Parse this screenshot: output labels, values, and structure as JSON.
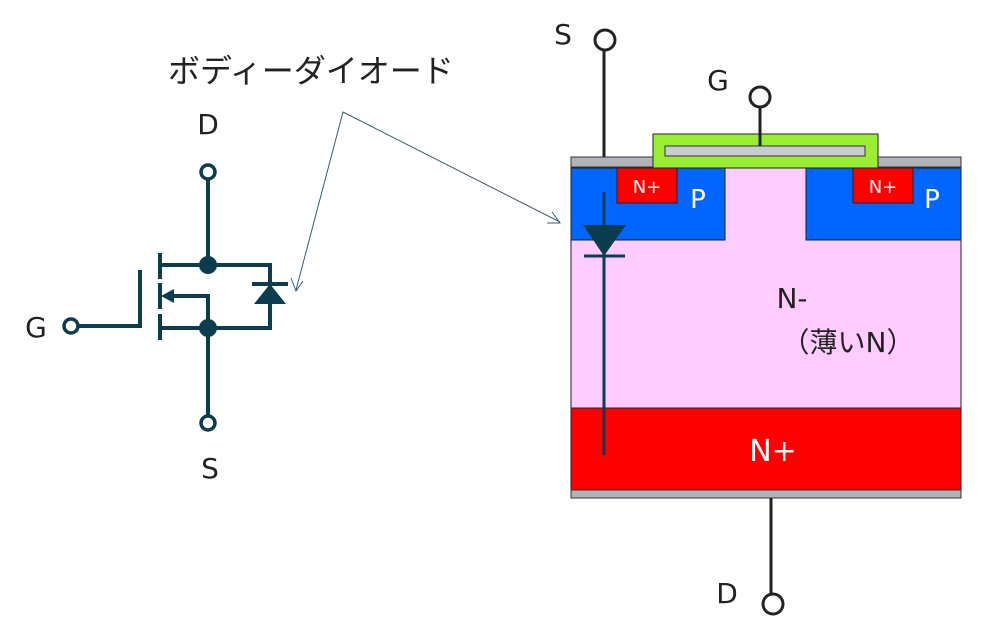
{
  "callout": {
    "text": "ボディーダイオード"
  },
  "symbol": {
    "drain_label": "D",
    "gate_label": "G",
    "source_label": "S"
  },
  "cross_section": {
    "source_label": "S",
    "gate_label": "G",
    "drain_label": "D",
    "left_nplus": "N+",
    "left_p": "P",
    "right_nplus": "N+",
    "right_p": "P",
    "nminus_line1": "N-",
    "nminus_line2": "（薄いN）",
    "substrate": "N+"
  },
  "colors": {
    "wire": "#0b3d4f",
    "p_region": "#0066ff",
    "nminus": "#ffccff",
    "nplus": "#ff0000",
    "gate_oxide": "#99ee33",
    "metal": "#b0b4b8"
  }
}
